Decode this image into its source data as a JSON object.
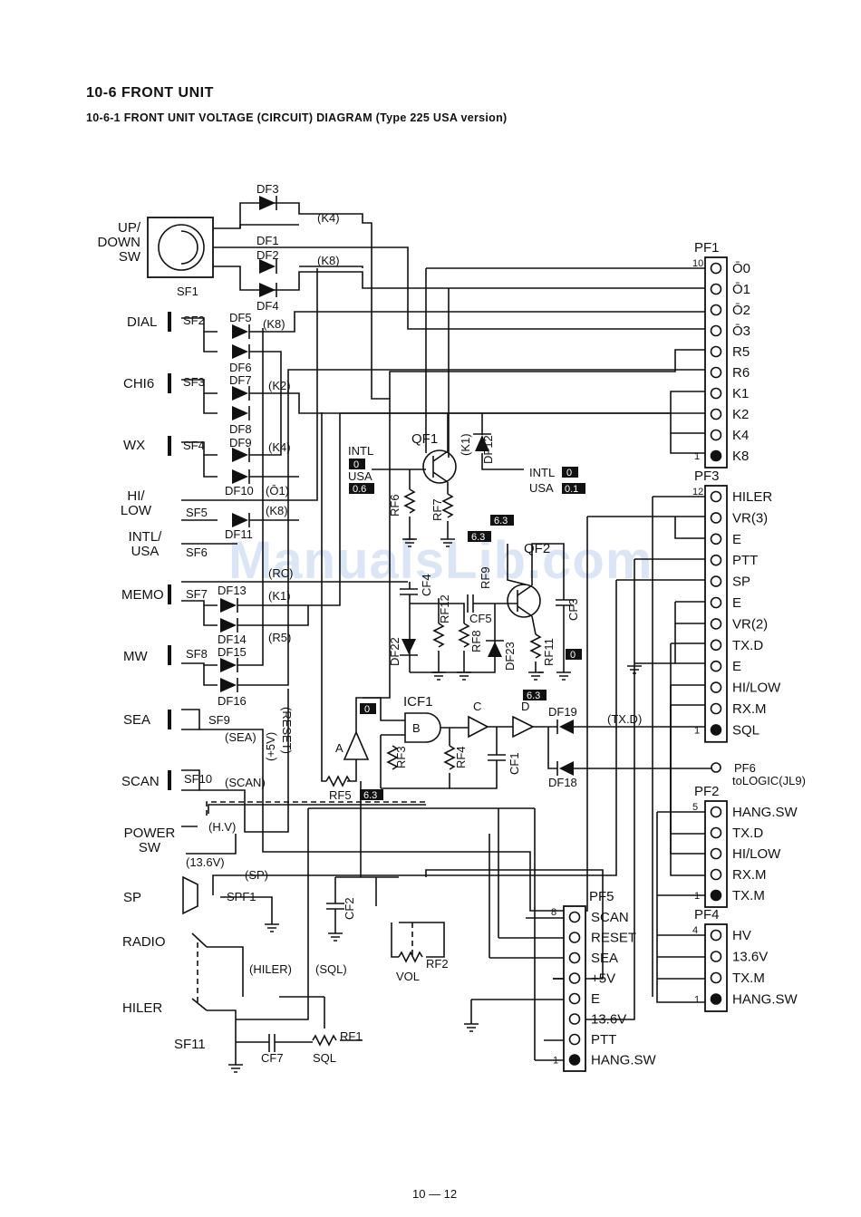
{
  "header": {
    "section": "10-6 FRONT UNIT",
    "subtitle": "10-6-1 FRONT UNIT VOLTAGE (CIRCUIT) DIAGRAM (Type 225 USA version)"
  },
  "watermark": "ManualsLib.com",
  "footer": {
    "page": "10 — 12"
  },
  "switches": {
    "updown": "UP/\nDOWN\nSW",
    "sf1": "SF1",
    "dial": "DIAL",
    "chi6": "CHI6",
    "wx": "WX",
    "hilow": "HI/\nLOW",
    "intlusa": "INTL/\nUSA",
    "memo": "MEMO",
    "mw": "MW",
    "sea": "SEA",
    "scan": "SCAN",
    "power": "POWER\nSW",
    "sp": "SP",
    "radio": "RADIO",
    "hiler": "HILER",
    "sf11": "SF11"
  },
  "switch_refs": [
    "SF2",
    "SF3",
    "SF4",
    "SF5",
    "SF6",
    "SF7",
    "SF8",
    "SF9",
    "SF10"
  ],
  "diodes": [
    "DF3",
    "DF1",
    "DF2",
    "DF4",
    "DF5",
    "DF6",
    "DF7",
    "DF8",
    "DF9",
    "DF10",
    "DF11",
    "DF13",
    "DF14",
    "DF15",
    "DF16",
    "DF12",
    "DF19",
    "DF18",
    "DF22",
    "DF23"
  ],
  "nets": [
    "(K4)",
    "(K8)",
    "(K8)",
    "(K2)",
    "(K4)",
    "(Ō1)",
    "(K8)",
    "(RC)",
    "(K1)",
    "(R5)",
    "(SEA)",
    "(SCAN)",
    "(RESET)",
    "(+5V)",
    "(H.V)",
    "(13.6V)",
    "(SP)",
    "(HILER)",
    "(SQL)",
    "(TX.D)",
    "(K1)"
  ],
  "transistors": {
    "qf1": "QF1",
    "qf2": "QF2"
  },
  "ic": {
    "name": "ICF1",
    "gates": [
      "A",
      "B",
      "C",
      "D"
    ]
  },
  "resistors": [
    "RF6",
    "RF7",
    "RF9",
    "RF12",
    "RF8",
    "RF11",
    "RF3",
    "RF4",
    "RF5",
    "RF2",
    "RF1"
  ],
  "capacitors": [
    "CF4",
    "CF5",
    "CF3",
    "CF1",
    "CF2",
    "CF7"
  ],
  "misc": {
    "spf1": "SPF1",
    "vol": "VOL",
    "sql": "SQL",
    "pf6": "PF6",
    "pf6_sub": "toLOGIC(JL9)"
  },
  "voltage_notes": {
    "intl_left": "INTL",
    "intl_left_v": "0",
    "usa_left": "USA",
    "usa_left_v": "0.6",
    "intl_right": "INTL",
    "intl_right_v": "0",
    "usa_right": "USA",
    "usa_right_v": "0.1",
    "qf2_top1": "6.3",
    "qf2_top2": "6.3",
    "qf2_emit": "0",
    "gate_b": "0",
    "gate_d": "6.3",
    "rf5": "6.3"
  },
  "connectors": {
    "pf1": {
      "name": "PF1",
      "first": "10",
      "last": "1",
      "pins": [
        "Ō0",
        "Ō1",
        "Ō2",
        "Ō3",
        "R5",
        "R6",
        "K1",
        "K2",
        "K4",
        "K8"
      ]
    },
    "pf3": {
      "name": "PF3",
      "first": "12",
      "last": "1",
      "pins": [
        "HILER",
        "VR(3)",
        "E",
        "PTT",
        "SP",
        "E",
        "VR(2)",
        "TX.D",
        "E",
        "HI/LOW",
        "RX.M",
        "SQL"
      ]
    },
    "pf2": {
      "name": "PF2",
      "first": "5",
      "last": "1",
      "pins": [
        "HANG.SW",
        "TX.D",
        "HI/LOW",
        "RX.M",
        "TX.M"
      ]
    },
    "pf4": {
      "name": "PF4",
      "first": "4",
      "last": "1",
      "pins": [
        "HV",
        "13.6V",
        "TX.M",
        "HANG.SW"
      ]
    },
    "pf5": {
      "name": "PF5",
      "first": "8",
      "last": "1",
      "pins": [
        "SCAN",
        "RESET",
        "SEA",
        "+5V",
        "E",
        "13.6V",
        "PTT",
        "HANG.SW"
      ]
    }
  }
}
